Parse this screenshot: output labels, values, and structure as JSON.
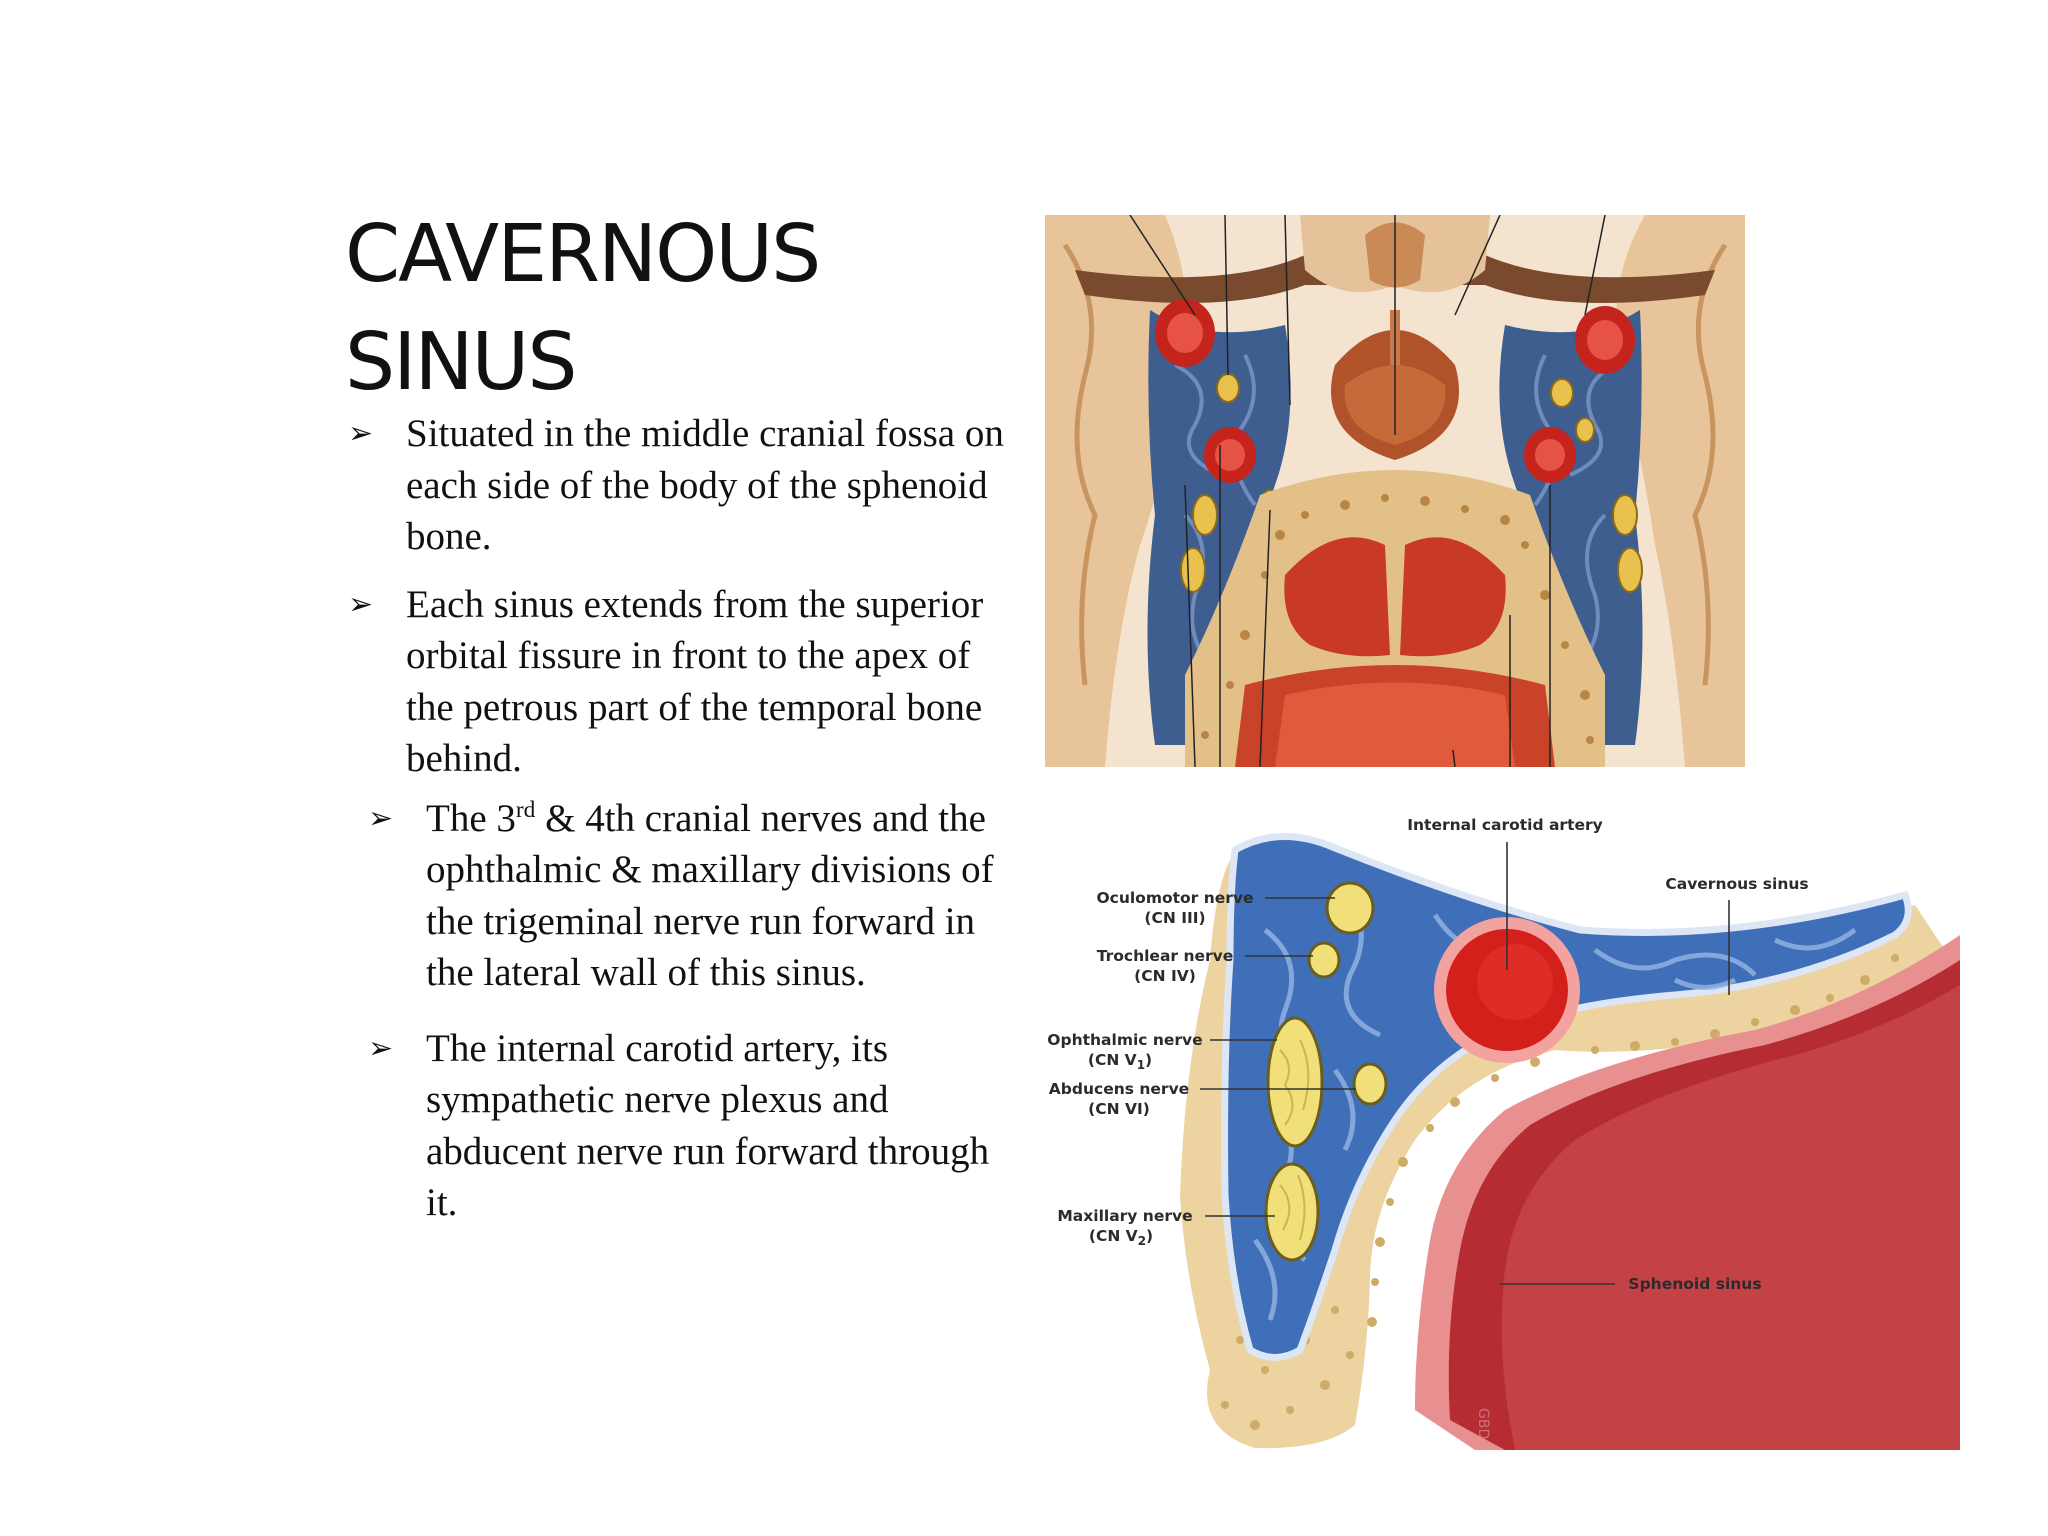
{
  "slide": {
    "title_line1": "CAVERNOUS",
    "title_line2": "SINUS",
    "bullet_glyph": "➢",
    "bullets": [
      {
        "text": "Situated in the middle cranial fossa  on each side of the body of the  sphenoid bone."
      },
      {
        "text": "Each sinus extends from the superior orbital fissure in front to  the apex of the petrous part of the  temporal bone behind."
      },
      {
        "text_a": "The 3",
        "sup": "rd",
        "text_b": " & 4th cranial  nerves and the  ophthalmic & maxillary divisions of the  trigeminal nerve run forward in the lateral  wall of this  sinus."
      },
      {
        "text": "The internal carotid artery, its sympathetic  nerve plexus and abducent nerve run forward through it."
      }
    ]
  },
  "figure_bottom": {
    "labels": {
      "internal_carotid_artery": "Internal carotid artery",
      "cavernous_sinus": "Cavernous sinus",
      "oculomotor_name": "Oculomotor nerve",
      "oculomotor_cn": "(CN III)",
      "trochlear_name": "Trochlear nerve",
      "trochlear_cn": "(CN IV)",
      "ophthalmic_name": "Ophthalmic nerve",
      "ophthalmic_cn": "(CN V",
      "ophthalmic_sub": "1",
      "abducens_name": "Abducens nerve",
      "abducens_cn": "(CN VI)",
      "maxillary_name": "Maxillary nerve",
      "maxillary_cn": "(CN V",
      "maxillary_sub": "2",
      "sphenoid_sinus": "Sphenoid sinus"
    },
    "watermark": "GBD"
  },
  "colors": {
    "blood_red": "#c8201a",
    "sinus_blue": "#3f6fb8",
    "nerve_yellow": "#f1e07a",
    "bone_tan": "#e9cf9a",
    "mucosa_pink": "#e88f8f"
  }
}
